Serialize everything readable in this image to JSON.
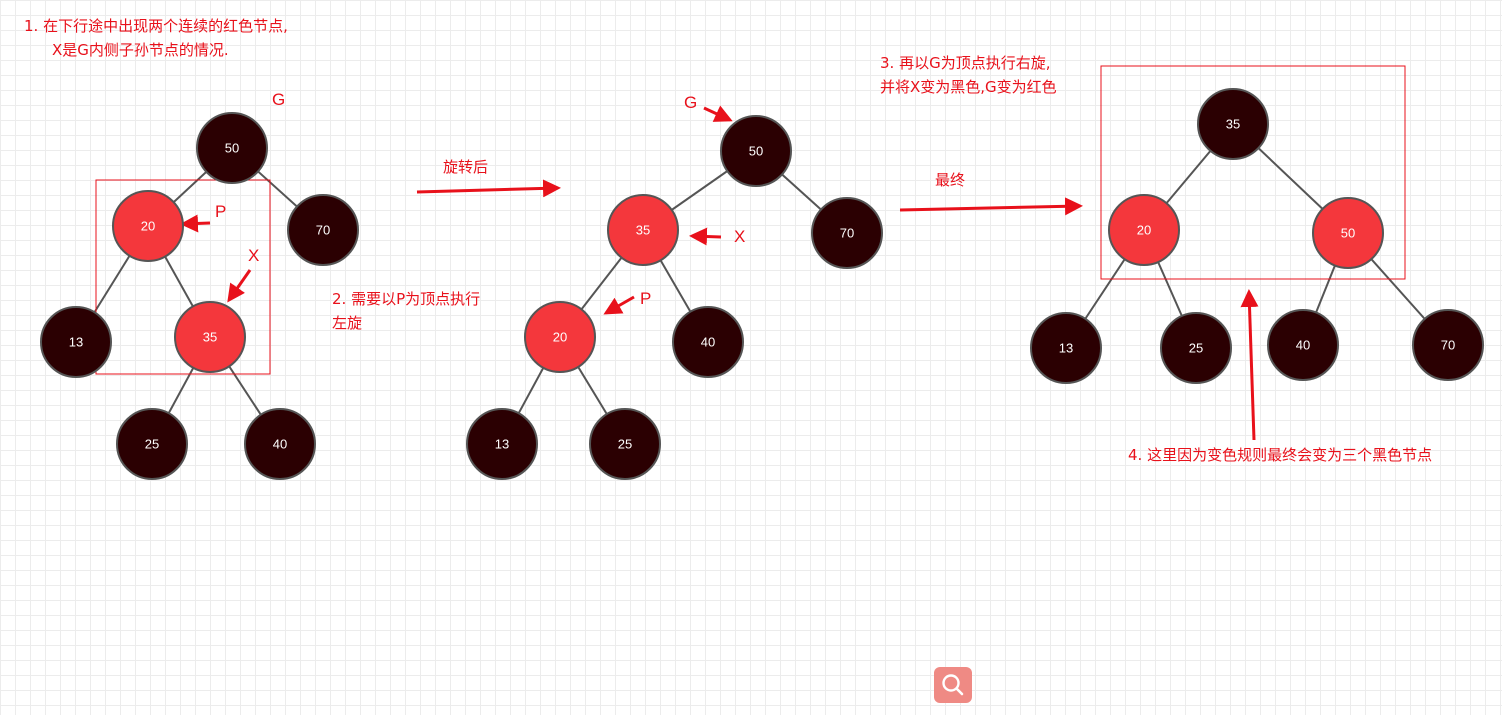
{
  "annotations": {
    "step1_line1": "1.  在下行途中出现两个连续的红色节点,",
    "step1_line2": "X是G内侧子孙节点的情况.",
    "step2_line1": "2. 需要以P为顶点执行",
    "step2_line2": "左旋",
    "step3_line1": "3. 再以G为顶点执行右旋,",
    "step3_line2": "并将X变为黑色,G变为红色",
    "step4": "4. 这里因为变色规则最终会变为三个黑色节点",
    "after_rotation": "旋转后",
    "final": "最终"
  },
  "labels": {
    "g1": "G",
    "p1": "P",
    "x1": "X",
    "g2": "G",
    "x2": "X",
    "p2": "P"
  },
  "colors": {
    "red_node": "#f4373c",
    "black_node": "#2b0002",
    "annotation": "#e8111b",
    "edge": "#555555"
  },
  "trees": [
    {
      "nodes": [
        {
          "id": "50",
          "label": "50",
          "color": "black"
        },
        {
          "id": "20",
          "label": "20",
          "color": "red"
        },
        {
          "id": "70",
          "label": "70",
          "color": "black"
        },
        {
          "id": "13",
          "label": "13",
          "color": "black"
        },
        {
          "id": "35",
          "label": "35",
          "color": "red"
        },
        {
          "id": "25",
          "label": "25",
          "color": "black"
        },
        {
          "id": "40",
          "label": "40",
          "color": "black"
        }
      ]
    },
    {
      "nodes": [
        {
          "id": "50",
          "label": "50",
          "color": "black"
        },
        {
          "id": "35",
          "label": "35",
          "color": "red"
        },
        {
          "id": "70",
          "label": "70",
          "color": "black"
        },
        {
          "id": "20",
          "label": "20",
          "color": "red"
        },
        {
          "id": "40",
          "label": "40",
          "color": "black"
        },
        {
          "id": "13",
          "label": "13",
          "color": "black"
        },
        {
          "id": "25",
          "label": "25",
          "color": "black"
        }
      ]
    },
    {
      "nodes": [
        {
          "id": "35",
          "label": "35",
          "color": "black"
        },
        {
          "id": "20",
          "label": "20",
          "color": "red"
        },
        {
          "id": "50",
          "label": "50",
          "color": "red"
        },
        {
          "id": "13",
          "label": "13",
          "color": "black"
        },
        {
          "id": "25",
          "label": "25",
          "color": "black"
        },
        {
          "id": "40",
          "label": "40",
          "color": "black"
        },
        {
          "id": "70",
          "label": "70",
          "color": "black"
        }
      ]
    }
  ],
  "toolbar": {
    "search_icon": "magnifier-icon"
  }
}
